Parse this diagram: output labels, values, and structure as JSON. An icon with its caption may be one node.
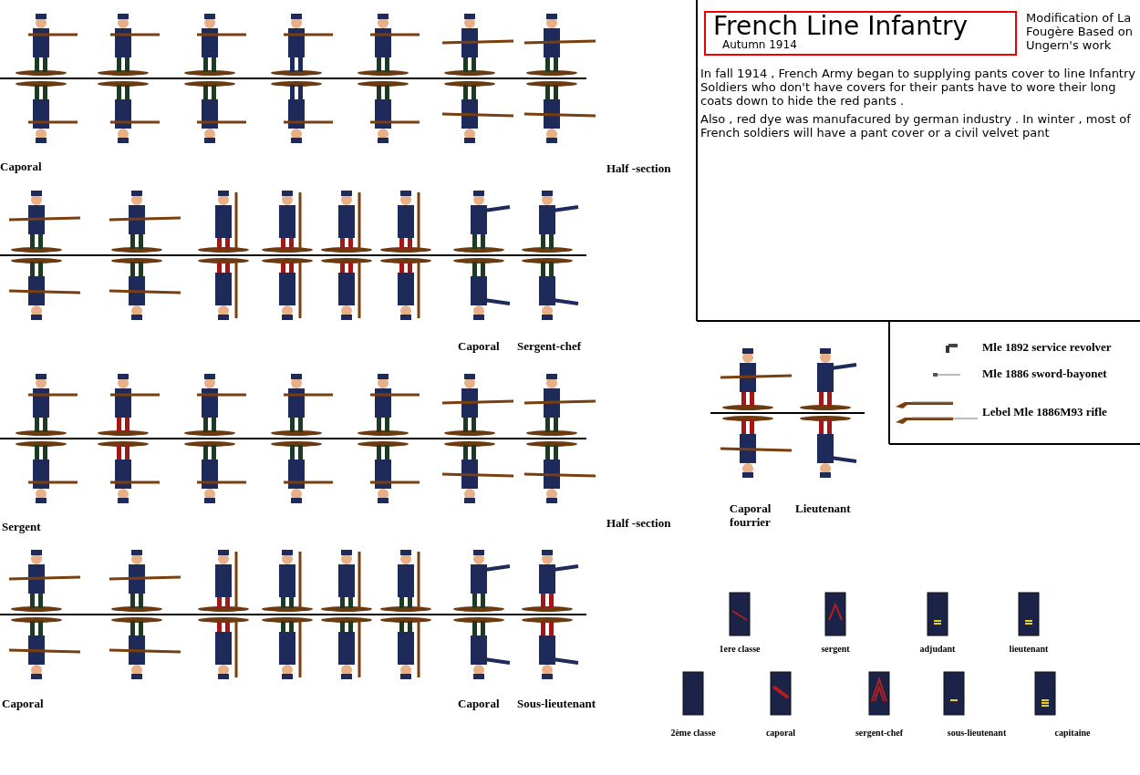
{
  "diagram": {
    "nodes": [
      {
        "text": [
          "French Line Infantry",
          "Autumn 1914"
        ]
      }
    ],
    "labels": [
      "Modification of La Fougère Based on Ungern's work",
      "In fall 1914 , French Army began to supplying pants cover to line Infantry Soldiers who don't have covers for their pants have to wore their long coats down to hide the red pants .",
      "Also , red dye was manufacured by german industry . In winter , most of French soldiers will have a pant cover or a civil velvet pant",
      "Caporal",
      "Half -section",
      "Caporal",
      "Sergent-chef",
      "Mle 1892 service revolver",
      "Mle 1886 sword-bayonet",
      "Lebel Mle 1886M93 rifle",
      "Caporal fourrier",
      "Lieutenant",
      "Half -section",
      "Sergent",
      "1ere classe",
      "sergent",
      "adjudant",
      "lieutenant",
      "Caporal",
      "Caporal",
      "Sous-lieutenant",
      "2ème classe",
      "caporal",
      "sergent-chef",
      "sous-lieutenant",
      "capitaine"
    ]
  }
}
